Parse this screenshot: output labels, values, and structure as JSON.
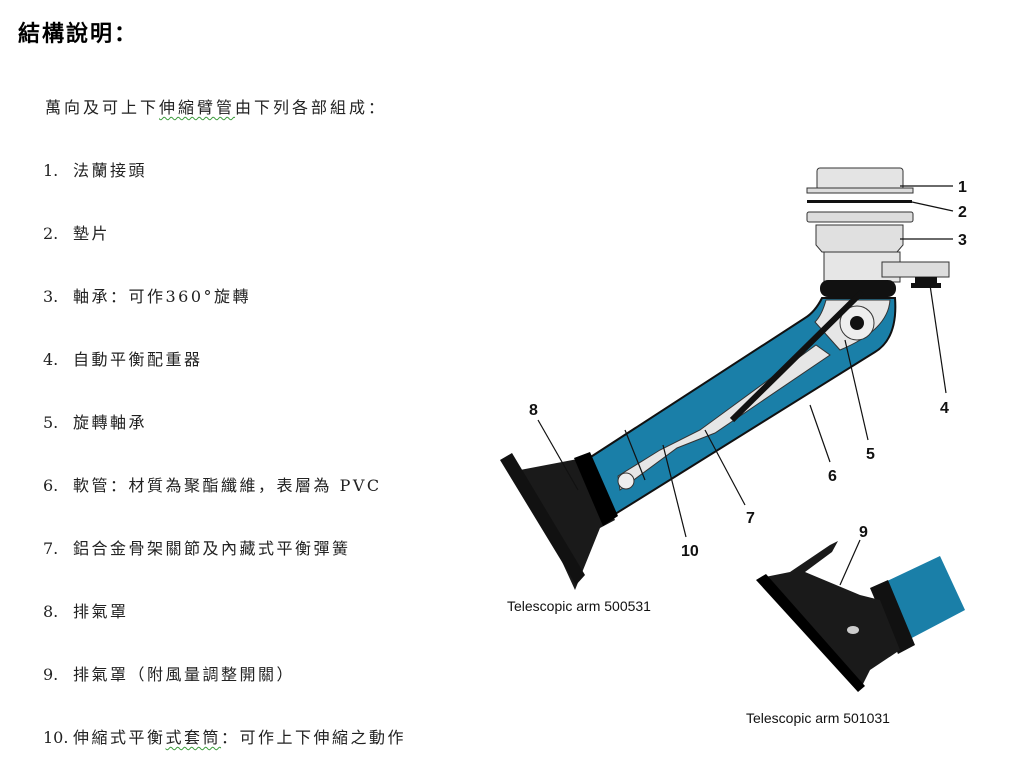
{
  "title": "結構說明：",
  "intro": {
    "before": "萬向及可上下",
    "underlined": "伸縮臂管",
    "after": "由下列各部組成："
  },
  "items": [
    {
      "num": "1.",
      "text": "法蘭接頭"
    },
    {
      "num": "2.",
      "text": "墊片"
    },
    {
      "num": "3.",
      "text": "軸承：可作360°旋轉"
    },
    {
      "num": "4.",
      "text": "自動平衡配重器"
    },
    {
      "num": "5.",
      "text": "旋轉軸承"
    },
    {
      "num": "6.",
      "text": "軟管：材質為聚酯纖維，表層為 PVC"
    },
    {
      "num": "7.",
      "text": "鋁合金骨架關節及內藏式平衡彈簧"
    },
    {
      "num": "8.",
      "text": "排氣罩"
    },
    {
      "num": "9.",
      "text": "排氣罩（附風量調整開關）"
    },
    {
      "num": "10.",
      "text_before": "伸縮式平衡",
      "text_underlined": "式套筒",
      "text_after": "：可作上下伸縮之動作"
    }
  ],
  "diagram": {
    "labels": [
      "1",
      "2",
      "3",
      "4",
      "5",
      "6",
      "7",
      "8",
      "9",
      "10"
    ],
    "caption_1": "Telescopic arm 500531",
    "caption_2": "Telescopic arm 501031",
    "colors": {
      "hose": "#1a7fa8",
      "hood": "#1a1a1a",
      "metal": "#d8d8d8"
    }
  }
}
